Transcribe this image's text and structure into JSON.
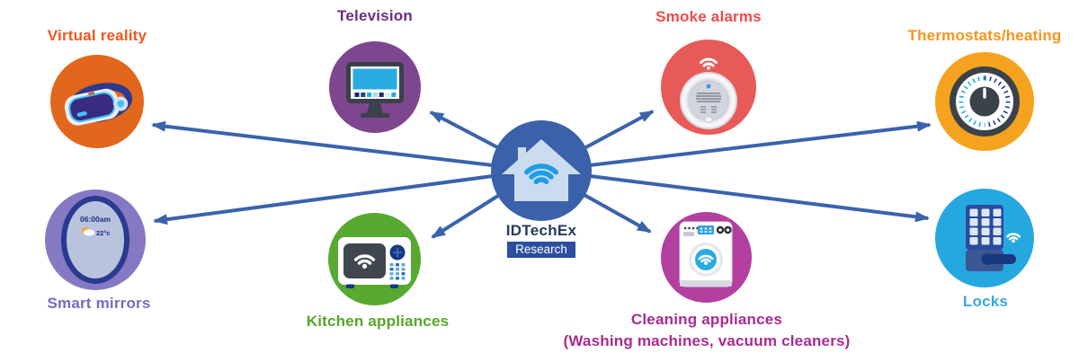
{
  "center": {
    "brand_name": "IDTechEx",
    "brand_division": "Research",
    "icon": "smart-home-house-wifi-icon",
    "circle_color": "#3A61A9",
    "brand_box_color": "#2B4EA0"
  },
  "arrows": {
    "color": "#3A62AD",
    "count": 8,
    "direction": "from center hub outward to each device"
  },
  "nodes": [
    {
      "id": "virtual-reality",
      "label": "Virtual reality",
      "label_color": "#F2571F",
      "circle_color": "#E2661B",
      "icon": "vr-headset-icon",
      "position": "top-left"
    },
    {
      "id": "television",
      "label": "Television",
      "label_color": "#6C2E85",
      "circle_color": "#7F4690",
      "icon": "smart-tv-icon",
      "position": "top-center-left"
    },
    {
      "id": "smoke-alarms",
      "label": "Smoke alarms",
      "label_color": "#EF4B4B",
      "circle_color": "#E85A58",
      "icon": "smoke-detector-icon",
      "position": "top-center-right"
    },
    {
      "id": "thermostats-heating",
      "label": "Thermostats/heating",
      "label_color": "#F7941D",
      "circle_color": "#F5A31E",
      "icon": "thermostat-dial-icon",
      "position": "top-right"
    },
    {
      "id": "smart-mirrors",
      "label": "Smart mirrors",
      "label_color": "#7A6ABF",
      "circle_color": "#8579C3",
      "icon": "smart-mirror-icon",
      "position": "bottom-left",
      "display_time": "06:00am",
      "display_temp": "22°c"
    },
    {
      "id": "kitchen-appliances",
      "label": "Kitchen appliances",
      "label_color": "#55A628",
      "circle_color": "#57A930",
      "icon": "microwave-icon",
      "position": "bottom-center-left"
    },
    {
      "id": "cleaning-appliances",
      "label": "Cleaning appliances",
      "label_line2": "(Washing machines, vacuum cleaners)",
      "label_color": "#A82B92",
      "circle_color": "#B33F9E",
      "icon": "washing-machine-icon",
      "position": "bottom-center-right"
    },
    {
      "id": "locks",
      "label": "Locks",
      "label_color": "#38A8DF",
      "circle_color": "#25A8E0",
      "icon": "smart-lock-icon",
      "position": "bottom-right"
    }
  ]
}
